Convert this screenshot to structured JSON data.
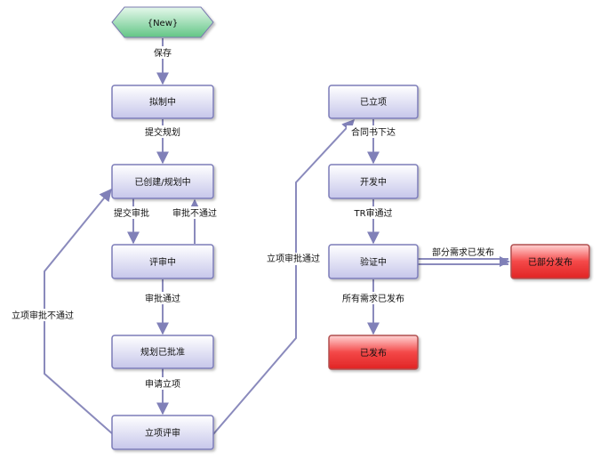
{
  "nodes": {
    "new": "{New}",
    "drafting": "拟制中",
    "created_planning": "已创建/规划中",
    "reviewing": "评审中",
    "plan_approved": "规划已批准",
    "project_review": "立项评审",
    "established": "已立项",
    "developing": "开发中",
    "verifying": "验证中",
    "partially_released": "已部分发布",
    "released": "已发布"
  },
  "edges": {
    "save": "保存",
    "submit_plan": "提交规划",
    "submit_review": "提交审批",
    "review_rejected": "审批不通过",
    "review_passed": "审批通过",
    "apply_project": "申请立项",
    "project_rejected": "立项审批不通过",
    "project_passed": "立项审批通过",
    "contract_issued": "合同书下达",
    "tr_review_passed": "TR审通过",
    "partial_released": "部分需求已发布",
    "all_released": "所有需求已发布"
  },
  "colors": {
    "box_fill_top": "#ffffff",
    "box_fill_bottom": "#c8c8ec",
    "box_border": "#7c7cb8",
    "start_fill": "#7cd49a",
    "red_fill": "#f03838",
    "connector": "#8a8abc"
  }
}
